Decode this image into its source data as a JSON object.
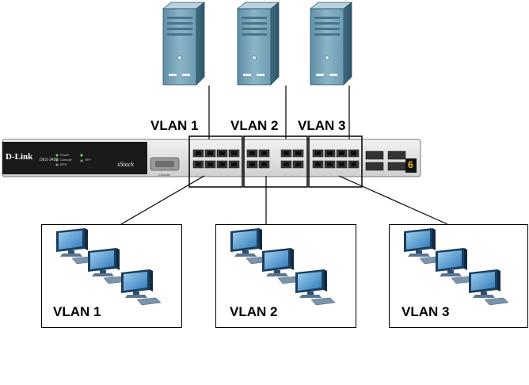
{
  "switch": {
    "brand": "D-Link",
    "model": "DES-3426",
    "product_line": "xStack",
    "console_label": "Console",
    "led_power": "Power",
    "led_console": "Console",
    "led_rps": "RPS",
    "led_sfp": "SFP",
    "unit_number": "6"
  },
  "vlans": [
    {
      "label": "VLAN 1"
    },
    {
      "label": "VLAN 2"
    },
    {
      "label": "VLAN 3"
    }
  ],
  "groups": [
    {
      "label": "VLAN 1"
    },
    {
      "label": "VLAN 2"
    },
    {
      "label": "VLAN 3"
    }
  ]
}
